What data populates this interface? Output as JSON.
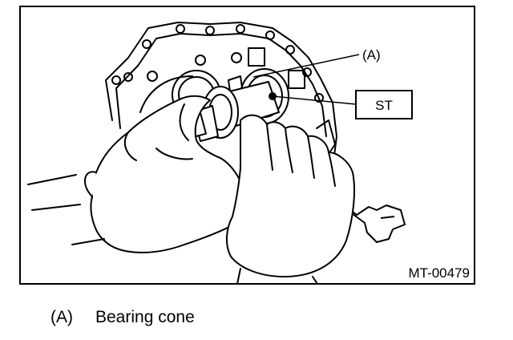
{
  "figure": {
    "id": "MT-00479",
    "callouts": [
      {
        "key": "A",
        "label": "(A)"
      },
      {
        "key": "ST",
        "label": "ST"
      }
    ]
  },
  "legend": {
    "items": [
      {
        "key": "(A)",
        "text": "Bearing cone"
      }
    ]
  },
  "colors": {
    "line": "#000000",
    "background": "#ffffff"
  },
  "icons": [
    "transmission-case-drawing",
    "gloved-hand-drawing",
    "wrench-drawing"
  ]
}
